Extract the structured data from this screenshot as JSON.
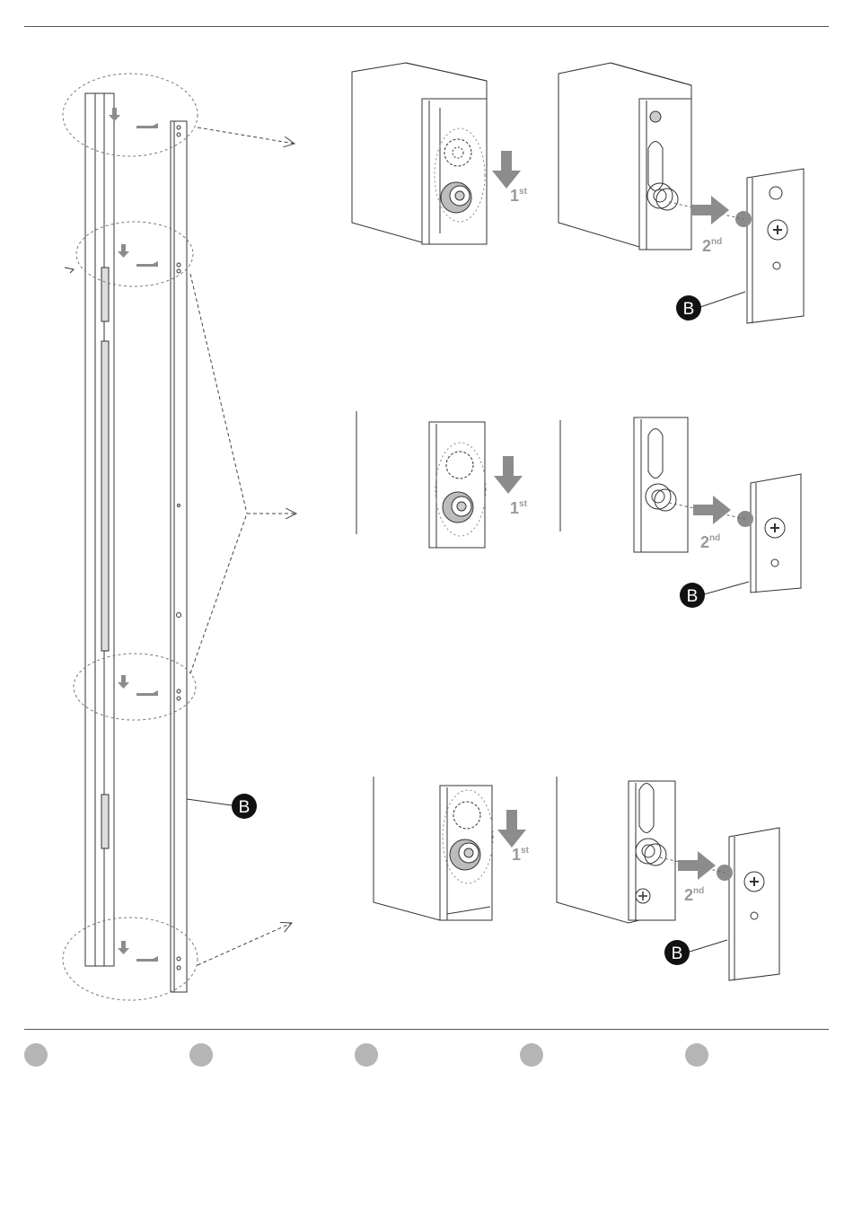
{
  "callout_letter": "B",
  "steps": [
    {
      "first_num": "1",
      "first_sup": "st",
      "second_num": "2",
      "second_sup": "nd"
    },
    {
      "first_num": "1",
      "first_sup": "st",
      "second_num": "2",
      "second_sup": "nd"
    },
    {
      "first_num": "1",
      "first_sup": "st",
      "second_num": "2",
      "second_sup": "nd"
    }
  ],
  "colors": {
    "line": "#222222",
    "arrow": "#8c8c8c",
    "dot": "#b5b5b5"
  },
  "footer_dots": 5
}
